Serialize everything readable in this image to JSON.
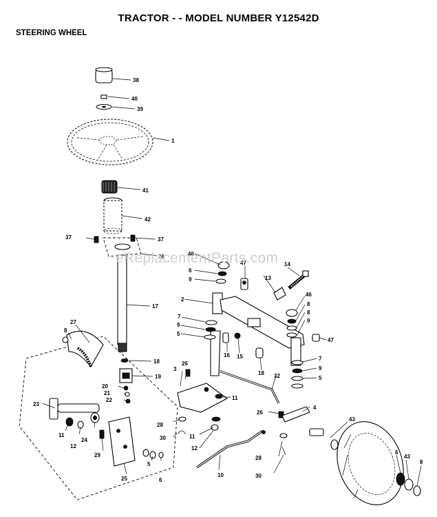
{
  "header": {
    "title": "TRACTOR - - MODEL NUMBER Y12542D",
    "subtitle": "STEERING WHEEL"
  },
  "watermark": "eReplacementParts.com",
  "callouts": [
    {
      "id": "c-38",
      "text": "38"
    },
    {
      "id": "c-40",
      "text": "40"
    },
    {
      "id": "c-39",
      "text": "39"
    },
    {
      "id": "c-1",
      "text": "1"
    },
    {
      "id": "c-41",
      "text": "41"
    },
    {
      "id": "c-42",
      "text": "42"
    },
    {
      "id": "c-37a",
      "text": "37"
    },
    {
      "id": "c-37b",
      "text": "37"
    },
    {
      "id": "c-36",
      "text": "36"
    },
    {
      "id": "c-17",
      "text": "17"
    },
    {
      "id": "c-27",
      "text": "27"
    },
    {
      "id": "c-8a",
      "text": "8"
    },
    {
      "id": "c-18a",
      "text": "18"
    },
    {
      "id": "c-19",
      "text": "19"
    },
    {
      "id": "c-20",
      "text": "20"
    },
    {
      "id": "c-21",
      "text": "21"
    },
    {
      "id": "c-22",
      "text": "22"
    },
    {
      "id": "c-23",
      "text": "23"
    },
    {
      "id": "c-11a",
      "text": "11"
    },
    {
      "id": "c-12a",
      "text": "12"
    },
    {
      "id": "c-24",
      "text": "24"
    },
    {
      "id": "c-29",
      "text": "29"
    },
    {
      "id": "c-25",
      "text": "25"
    },
    {
      "id": "c-5a",
      "text": "5"
    },
    {
      "id": "c-6a",
      "text": "6"
    },
    {
      "id": "c-46a",
      "text": "46"
    },
    {
      "id": "c-6b",
      "text": "6"
    },
    {
      "id": "c-9a",
      "text": "9"
    },
    {
      "id": "c-47a",
      "text": "47"
    },
    {
      "id": "c-14",
      "text": "14"
    },
    {
      "id": "c-13",
      "text": "13"
    },
    {
      "id": "c-2",
      "text": "2"
    },
    {
      "id": "c-7a",
      "text": "7"
    },
    {
      "id": "c-9b",
      "text": "9"
    },
    {
      "id": "c-5b",
      "text": "5"
    },
    {
      "id": "c-16",
      "text": "16"
    },
    {
      "id": "c-15",
      "text": "15"
    },
    {
      "id": "c-18b",
      "text": "18"
    },
    {
      "id": "c-46b",
      "text": "46"
    },
    {
      "id": "c-8b",
      "text": "8"
    },
    {
      "id": "c-8c",
      "text": "8"
    },
    {
      "id": "c-9c",
      "text": "9"
    },
    {
      "id": "c-47b",
      "text": "47"
    },
    {
      "id": "c-7b",
      "text": "7"
    },
    {
      "id": "c-9d",
      "text": "9"
    },
    {
      "id": "c-5c",
      "text": "5"
    },
    {
      "id": "c-3",
      "text": "3"
    },
    {
      "id": "c-26a",
      "text": "26"
    },
    {
      "id": "c-32",
      "text": "32"
    },
    {
      "id": "c-11b",
      "text": "11"
    },
    {
      "id": "c-26b",
      "text": "26"
    },
    {
      "id": "c-4",
      "text": "4"
    },
    {
      "id": "c-28a",
      "text": "28"
    },
    {
      "id": "c-30a",
      "text": "30"
    },
    {
      "id": "c-11c",
      "text": "11"
    },
    {
      "id": "c-12b",
      "text": "12"
    },
    {
      "id": "c-10",
      "text": "10"
    },
    {
      "id": "c-28b",
      "text": "28"
    },
    {
      "id": "c-30b",
      "text": "30"
    },
    {
      "id": "c-43a",
      "text": "43"
    },
    {
      "id": "c-6c",
      "text": "6"
    },
    {
      "id": "c-43b",
      "text": "43"
    },
    {
      "id": "c-8d",
      "text": "8"
    }
  ]
}
